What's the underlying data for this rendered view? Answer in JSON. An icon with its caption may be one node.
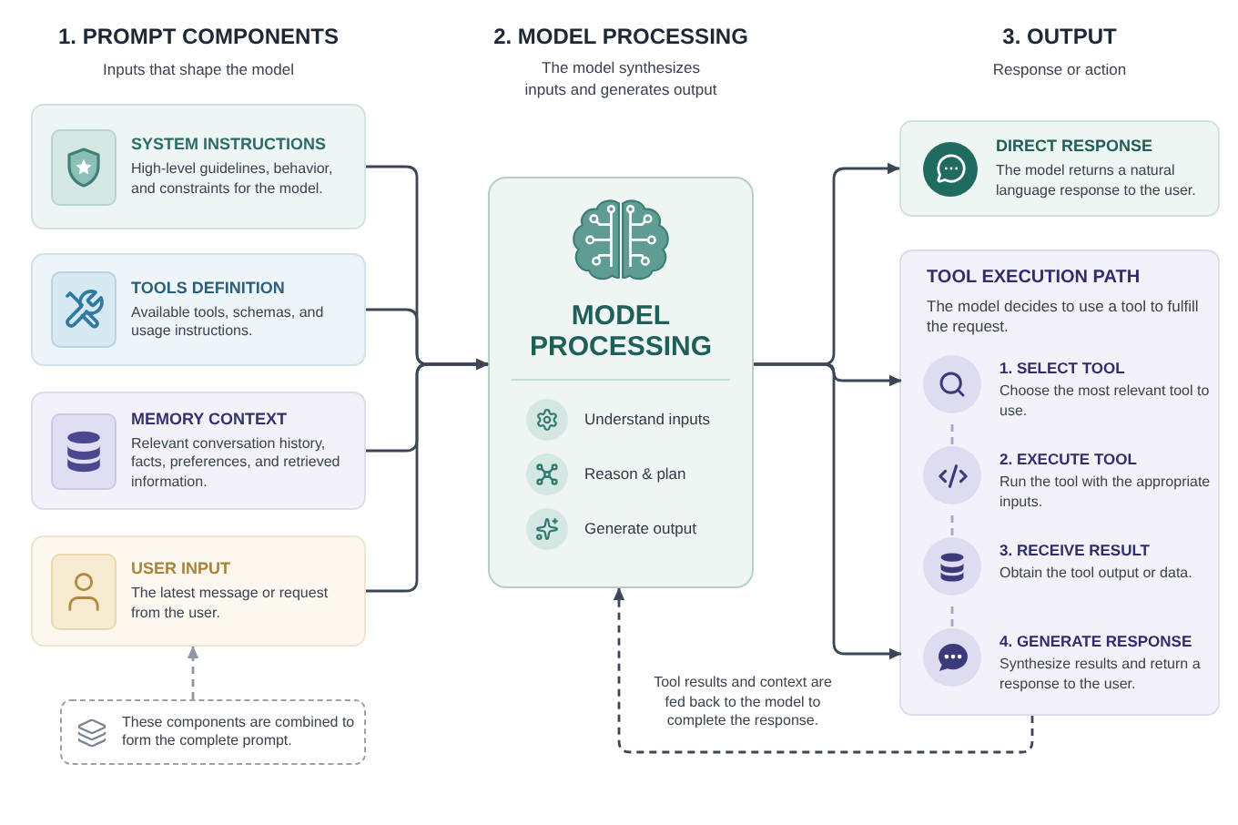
{
  "diagram": {
    "nodes": [
      {
        "text": [
          "SYSTEM INSTRUCTIONS",
          "High-level guidelines, behavior, and constraints for the model."
        ]
      },
      {
        "text": [
          "TOOLS DEFINITION",
          "Available tools, schemas, and usage instructions."
        ]
      },
      {
        "text": [
          "MEMORY CONTEXT",
          "Relevant conversation history, facts, preferences, and retrieved information."
        ]
      },
      {
        "text": [
          "USER INPUT",
          "The latest message or request from the user."
        ]
      },
      {
        "text": [
          "These components are combined to form the complete prompt."
        ]
      },
      {
        "text": [
          "MODEL PROCESSING",
          "Understand inputs",
          "Reason & plan",
          "Generate output"
        ]
      },
      {
        "text": [
          "DIRECT RESPONSE",
          "The model returns a natural language response to the user."
        ]
      },
      {
        "text": [
          "TOOL EXECUTION PATH",
          "The model decides to use a tool to fulfill the request."
        ]
      },
      {
        "text": [
          "1. SELECT TOOL",
          "Choose the most relevant tool to use."
        ],
        "in": 7
      },
      {
        "text": [
          "2. EXECUTE TOOL",
          "Run the tool with the appropriate inputs."
        ],
        "in": 7
      },
      {
        "text": [
          "3. RECEIVE RESULT",
          "Obtain the tool output or data."
        ],
        "in": 7
      },
      {
        "text": [
          "4. GENERATE RESPONSE",
          "Synthesize results and return a response to the user."
        ],
        "in": 7
      }
    ],
    "edges": [
      {
        "from": 0,
        "to": 5,
        "arrow": "to"
      },
      {
        "from": 1,
        "to": 5,
        "arrow": "to"
      },
      {
        "from": 2,
        "to": 5,
        "arrow": "to"
      },
      {
        "from": 3,
        "to": 5,
        "arrow": "to"
      },
      {
        "from": 4,
        "to": 3,
        "arrow": "to",
        "style": "dashed",
        "color": "#8d96a3"
      },
      {
        "from": 5,
        "to": 6,
        "arrow": "to"
      },
      {
        "from": 5,
        "to": 8,
        "arrow": "to"
      },
      {
        "from": 5,
        "to": 11,
        "arrow": "to"
      },
      {
        "from": 8,
        "to": 9,
        "arrow": "none",
        "style": "dashed",
        "color": "#a6a3cc"
      },
      {
        "from": 9,
        "to": 10,
        "arrow": "none",
        "style": "dashed",
        "color": "#a6a3cc"
      },
      {
        "from": 10,
        "to": 11,
        "arrow": "none",
        "style": "dashed",
        "color": "#a6a3cc"
      },
      {
        "from": 7,
        "to": 5,
        "arrow": "to",
        "style": "dashed",
        "label": "Tool results and context are fed back to the model to complete the response."
      }
    ],
    "labels": [
      "1. PROMPT COMPONENTS",
      "Inputs that shape the model",
      "2. MODEL PROCESSING",
      "The model synthesizes inputs and generates output",
      "3. OUTPUT",
      "Response or action"
    ]
  }
}
